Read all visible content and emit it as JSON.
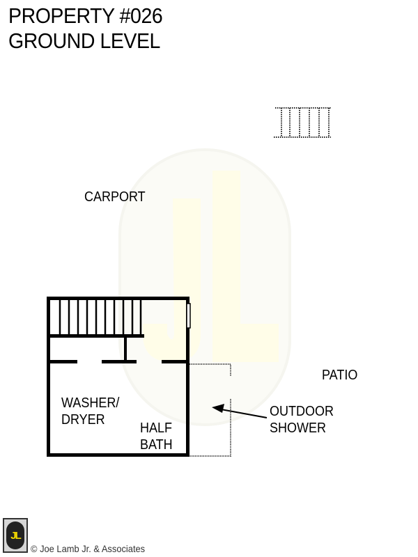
{
  "header": {
    "title_line1": "PROPERTY #026",
    "title_line2": "GROUND LEVEL"
  },
  "rooms": {
    "carport": "CARPORT",
    "patio": "PATIO",
    "washer_line1": "WASHER/",
    "washer_line2": "DRYER",
    "halfbath_line1": "HALF",
    "halfbath_line2": "BATH",
    "shower_line1": "OUTDOOR",
    "shower_line2": "SHOWER"
  },
  "watermark": {
    "text": "JL",
    "color": "#fffde8"
  },
  "footer": {
    "logo_text": "JL",
    "copyright": "© Joe Lamb Jr. & Associates"
  },
  "colors": {
    "wall": "#000000",
    "dotted": "#555555",
    "logo_yellow": "#f2d800"
  }
}
